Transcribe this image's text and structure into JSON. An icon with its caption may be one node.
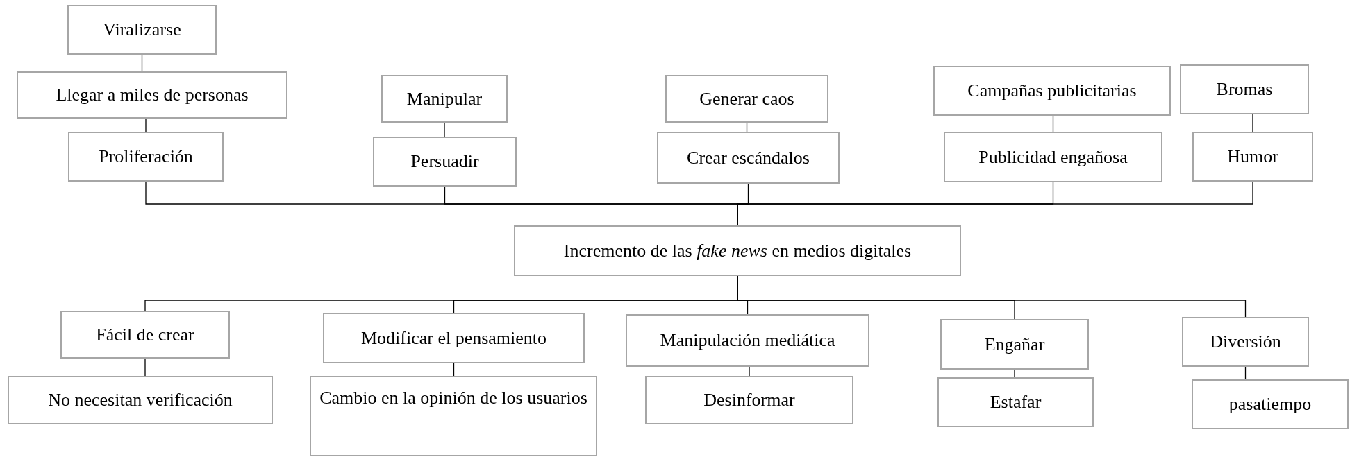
{
  "diagram": {
    "nodes": [
      {
        "text": [
          "Viralizarse"
        ]
      },
      {
        "text": [
          "Llegar a miles de personas"
        ]
      },
      {
        "text": [
          "Proliferación"
        ]
      },
      {
        "text": [
          "Manipular"
        ]
      },
      {
        "text": [
          "Persuadir"
        ]
      },
      {
        "text": [
          "Generar caos"
        ]
      },
      {
        "text": [
          "Crear escándalos"
        ]
      },
      {
        "text": [
          "Campañas publicitarias"
        ]
      },
      {
        "text": [
          "Publicidad engañosa"
        ]
      },
      {
        "text": [
          "Bromas"
        ]
      },
      {
        "text": [
          "Humor"
        ]
      },
      {
        "text": [
          "Incremento de las *fake news* en medios digitales"
        ]
      },
      {
        "text": [
          "Fácil de crear"
        ]
      },
      {
        "text": [
          "No necesitan verificación"
        ]
      },
      {
        "text": [
          "Modificar el pensamiento"
        ]
      },
      {
        "text": [
          "Cambio en la opinión de los usuarios"
        ]
      },
      {
        "text": [
          "Manipulación mediática"
        ]
      },
      {
        "text": [
          "Desinformar"
        ]
      },
      {
        "text": [
          "Engañar"
        ]
      },
      {
        "text": [
          "Estafar"
        ]
      },
      {
        "text": [
          "Diversión"
        ]
      },
      {
        "text": [
          "pasatiempo"
        ]
      }
    ],
    "edges": [
      {
        "from": 0,
        "to": 1,
        "arrow": "none"
      },
      {
        "from": 1,
        "to": 2,
        "arrow": "none"
      },
      {
        "from": 3,
        "to": 4,
        "arrow": "none"
      },
      {
        "from": 5,
        "to": 6,
        "arrow": "none"
      },
      {
        "from": 7,
        "to": 8,
        "arrow": "none"
      },
      {
        "from": 9,
        "to": 10,
        "arrow": "none"
      },
      {
        "from": 2,
        "to": 11,
        "arrow": "none"
      },
      {
        "from": 4,
        "to": 11,
        "arrow": "none"
      },
      {
        "from": 6,
        "to": 11,
        "arrow": "none"
      },
      {
        "from": 8,
        "to": 11,
        "arrow": "none"
      },
      {
        "from": 10,
        "to": 11,
        "arrow": "none"
      },
      {
        "from": 11,
        "to": 12,
        "arrow": "none"
      },
      {
        "from": 11,
        "to": 14,
        "arrow": "none"
      },
      {
        "from": 11,
        "to": 16,
        "arrow": "none"
      },
      {
        "from": 11,
        "to": 18,
        "arrow": "none"
      },
      {
        "from": 11,
        "to": 20,
        "arrow": "none"
      },
      {
        "from": 12,
        "to": 13,
        "arrow": "none"
      },
      {
        "from": 14,
        "to": 15,
        "arrow": "none"
      },
      {
        "from": 16,
        "to": 17,
        "arrow": "none"
      },
      {
        "from": 18,
        "to": 19,
        "arrow": "none"
      },
      {
        "from": 20,
        "to": 21,
        "arrow": "none"
      }
    ]
  }
}
